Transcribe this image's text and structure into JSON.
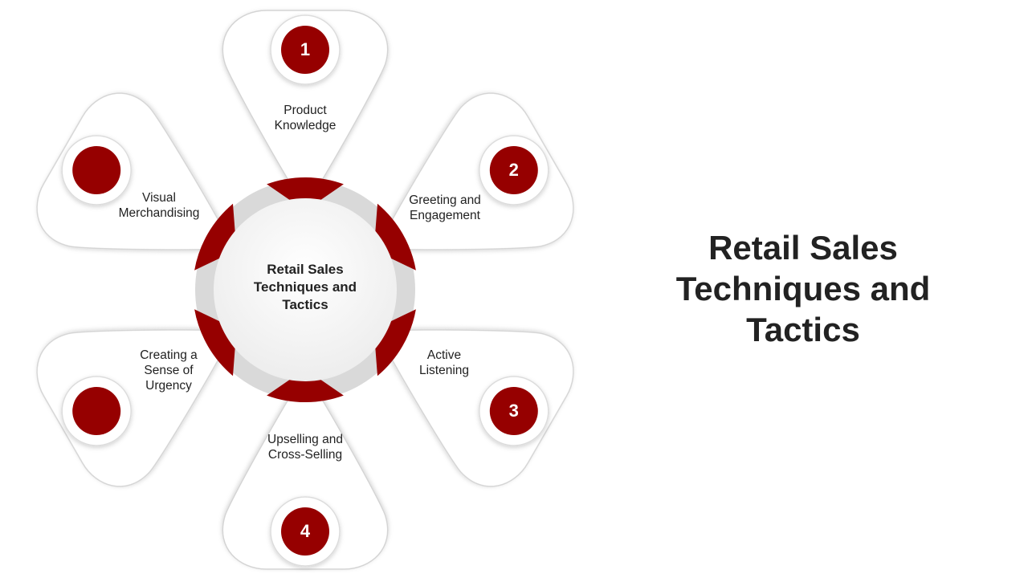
{
  "title": "Retail Sales Techniques and Tactics",
  "center_title": "Retail Sales Techniques and Tactics",
  "colors": {
    "accent": "#960000",
    "ring": "#d9d9d9",
    "petal_border": "#d4d4d4",
    "text": "#222222"
  },
  "petals": [
    {
      "number": "1",
      "label": "Product Knowledge"
    },
    {
      "number": "2",
      "label": "Greeting and Engagement"
    },
    {
      "number": "3",
      "label": "Active Listening"
    },
    {
      "number": "4",
      "label": "Upselling and Cross-Selling"
    },
    {
      "number": "",
      "label": "Creating a Sense of Urgency"
    },
    {
      "number": "",
      "label": "Visual Merchandising"
    }
  ]
}
